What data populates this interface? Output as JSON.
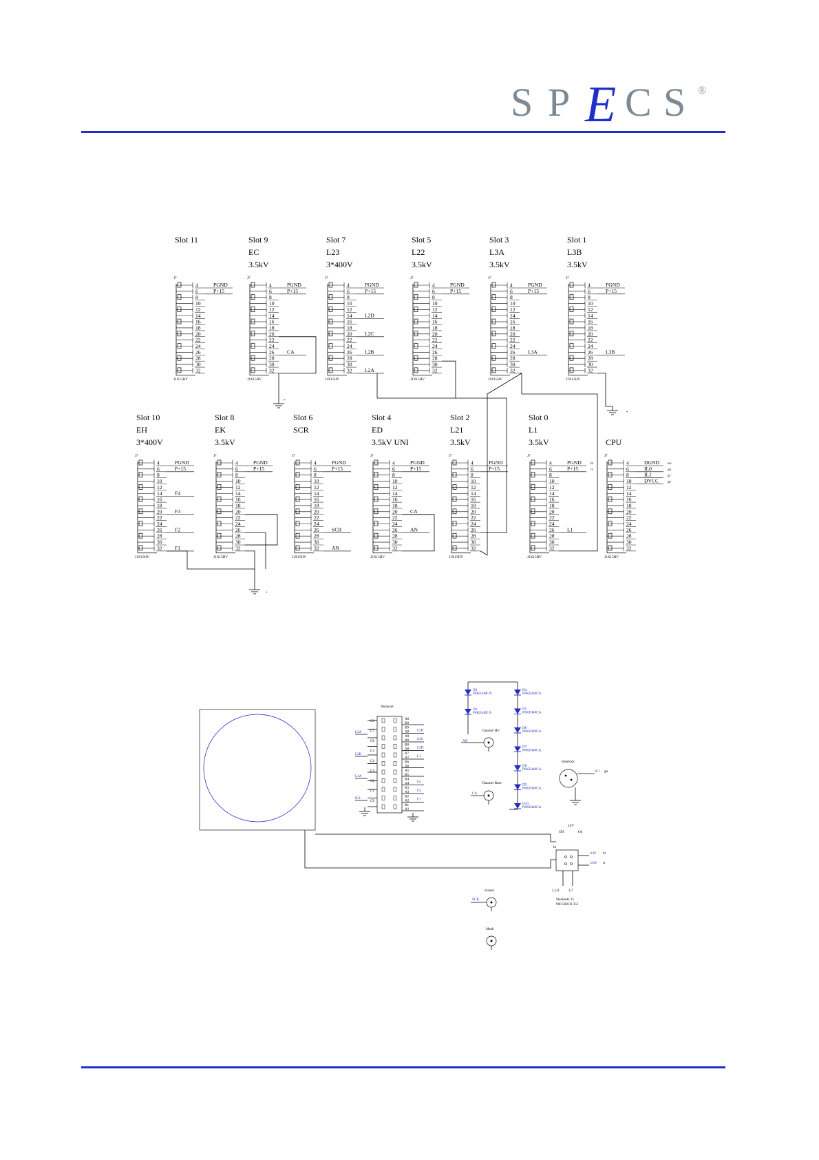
{
  "brand": {
    "name": "SPECS",
    "letters": [
      "S",
      "P",
      "E",
      "C",
      "S"
    ],
    "mark": "®",
    "accent": "#1f2fc8",
    "grey": "#7d8a95"
  },
  "slots_top": [
    {
      "id": "slot11",
      "title": "Slot 11",
      "name": "",
      "voltage": "",
      "header": "J7",
      "part": "J1X15HV",
      "pins": [
        "4",
        "6",
        "8",
        "10",
        "12",
        "14",
        "16",
        "18",
        "20",
        "22",
        "24",
        "26",
        "28",
        "30",
        "32"
      ],
      "labels": {
        "4": "PGND",
        "6": "P+15"
      },
      "pin6_display": "6"
    },
    {
      "id": "slot9",
      "title": "Slot 9",
      "name": "EC",
      "voltage": "3.5kV",
      "header": "J7",
      "part": "J1X15HV",
      "pins": [
        "4",
        "6",
        "8",
        "10",
        "12",
        "14",
        "16",
        "18",
        "20",
        "22",
        "24",
        "26",
        "28",
        "30",
        "32"
      ],
      "labels": {
        "4": "PGND",
        "6": "P+15",
        "26": "CA"
      },
      "pin6_display": "6"
    },
    {
      "id": "slot7",
      "title": "Slot 7",
      "name": "L23",
      "voltage": "3*400V",
      "header": "J7",
      "part": "J1X15HV",
      "pins": [
        "4",
        "6",
        "8",
        "10",
        "12",
        "14",
        "16",
        "18",
        "20",
        "22",
        "24",
        "26",
        "28",
        "30",
        "32"
      ],
      "labels": {
        "4": "PGND",
        "6": "P+15",
        "14": "L2D",
        "20": "L2C",
        "26": "L2B",
        "32": "L2A"
      },
      "pin6_display": "6"
    },
    {
      "id": "slot5",
      "title": "Slot 5",
      "name": "L22",
      "voltage": "3.5kV",
      "header": "J7",
      "part": "J1X15HV",
      "pins": [
        "4",
        "6",
        "8",
        "10",
        "12",
        "14",
        "16",
        "18",
        "20",
        "22",
        "24",
        "26",
        "28",
        "30",
        "32"
      ],
      "labels": {
        "4": "PGND",
        "6": "P+15"
      },
      "pin6_display": "6"
    },
    {
      "id": "slot3",
      "title": "Slot 3",
      "name": "L3A",
      "voltage": "3.5kV",
      "header": "J7",
      "part": "J1X15HV",
      "pins": [
        "4",
        "6",
        "8",
        "10",
        "12",
        "14",
        "16",
        "18",
        "20",
        "22",
        "24",
        "26",
        "28",
        "30",
        "32"
      ],
      "labels": {
        "4": "PGND",
        "6": "P+15",
        "26": "L3A"
      },
      "pin6_display": "6"
    },
    {
      "id": "slot1",
      "title": "Slot 1",
      "name": "L3B",
      "voltage": "3.5kV",
      "header": "J7",
      "part": "J1X15HV",
      "pins": [
        "4",
        "6",
        "8",
        "10",
        "12",
        "14",
        "16",
        "18",
        "20",
        "22",
        "24",
        "26",
        "28",
        "30",
        "32"
      ],
      "labels": {
        "4": "PGND",
        "6": "P+15",
        "26": "L3B"
      },
      "pin6_display": "6"
    }
  ],
  "slots_bottom": [
    {
      "id": "slot10",
      "title": "Slot 10",
      "name": "EH",
      "voltage": "3*400V",
      "header": "J7",
      "part": "J1X15HV",
      "pins": [
        "4",
        "6",
        "8",
        "10",
        "12",
        "14",
        "16",
        "18",
        "20",
        "22",
        "24",
        "26",
        "28",
        "30",
        "32"
      ],
      "labels": {
        "4": "PGND",
        "6": "P+15",
        "14": "F4",
        "20": "F3",
        "26": "F2",
        "32": "F1"
      }
    },
    {
      "id": "slot8",
      "title": "Slot 8",
      "name": "EK",
      "voltage": "3.5kV",
      "header": "J7",
      "part": "J1X15HV",
      "pins": [
        "4",
        "6",
        "8",
        "10",
        "12",
        "14",
        "16",
        "18",
        "20",
        "22",
        "24",
        "26",
        "28",
        "30",
        "32"
      ],
      "labels": {
        "4": "PGND",
        "6": "P+15"
      }
    },
    {
      "id": "slot6",
      "title": "Slot 6",
      "name": "SCR",
      "voltage": "",
      "header": "J7",
      "part": "J1X15HV",
      "pins": [
        "4",
        "6",
        "8",
        "10",
        "12",
        "14",
        "16",
        "18",
        "20",
        "22",
        "24",
        "26",
        "28",
        "30",
        "32"
      ],
      "labels": {
        "4": "PGND",
        "6": "P+15",
        "26": "SCR",
        "32": "AN"
      }
    },
    {
      "id": "slot4",
      "title": "Slot 4",
      "name": "ED",
      "voltage": "3.5kV UNI",
      "header": "J7",
      "part": "J1X15HV",
      "pins": [
        "4",
        "6",
        "8",
        "10",
        "12",
        "14",
        "16",
        "18",
        "20",
        "22",
        "24",
        "26",
        "28",
        "30",
        "32"
      ],
      "labels": {
        "4": "PGND",
        "6": "P+15",
        "20": "CA",
        "26": "AN"
      }
    },
    {
      "id": "slot2",
      "title": "Slot 2",
      "name": "L21",
      "voltage": "3.5kV",
      "header": "J7",
      "part": "J1X15HV",
      "pins": [
        "4",
        "6",
        "8",
        "10",
        "12",
        "14",
        "16",
        "18",
        "20",
        "22",
        "24",
        "26",
        "28",
        "30",
        "32"
      ],
      "labels": {
        "4": "PGND",
        "6": "P+15"
      }
    },
    {
      "id": "slot0",
      "title": "Slot 0",
      "name": "L1",
      "voltage": "3.5kV",
      "header": "J7",
      "part": "J1X15HV",
      "pins": [
        "4",
        "6",
        "8",
        "10",
        "12",
        "14",
        "16",
        "18",
        "20",
        "22",
        "24",
        "26",
        "28",
        "30",
        "32"
      ],
      "labels": {
        "4": "PGND",
        "6": "P+15",
        "26": "L1"
      },
      "extra": {
        "4": "bl",
        "6": "rt"
      }
    },
    {
      "id": "cpu",
      "title": "",
      "name": "CPU",
      "voltage": "",
      "header": "J7",
      "part": "J1X15HV",
      "pins": [
        "4",
        "6",
        "8",
        "10",
        "12",
        "14",
        "16",
        "18",
        "20",
        "22",
        "24",
        "26",
        "28",
        "30",
        "32"
      ],
      "labels": {
        "4": "DGND",
        "6": "IL0",
        "8": "IL1",
        "10": "DVCC"
      },
      "extra": {
        "4": "sw",
        "6": "gn",
        "8": "gr",
        "10": "ge"
      }
    }
  ],
  "ground_symbol": "*",
  "analyzer": {
    "title": "Analyzer",
    "left_labels": [
      "L2A",
      "L2B",
      "L3A",
      "IL0"
    ],
    "c_pins": [
      "C8",
      "C7",
      "C6",
      "C5",
      "C4",
      "C3",
      "C2",
      "C1",
      "C9"
    ],
    "rows": [
      {
        "a": "A0",
        "b": "B0",
        "sig": ""
      },
      {
        "a": "B9",
        "b": "A9",
        "sig": "L2B"
      },
      {
        "a": "A9",
        "b": "B8",
        "sig": "L2C"
      },
      {
        "a": "B8",
        "b": "A8",
        "sig": "L2D"
      },
      {
        "a": "B7",
        "b": "A7",
        "sig": "L1"
      },
      {
        "a": "B6",
        "b": "A6",
        "sig": ""
      },
      {
        "a": "A5",
        "b": "B5",
        "sig": ""
      },
      {
        "a": "B4",
        "b": "A4",
        "sig": "F4"
      },
      {
        "a": "B3",
        "b": "A3",
        "sig": "F2"
      },
      {
        "a": "B2",
        "b": "A2",
        "sig": "F1"
      },
      {
        "a": "B1",
        "b": "A1",
        "sig": ""
      }
    ]
  },
  "diodes": {
    "left": [
      {
        "ref": "D2",
        "part": "P6KE440CA"
      },
      {
        "ref": "D3",
        "part": "P6KE440CA"
      }
    ],
    "right": [
      {
        "ref": "D4",
        "part": "P6KE440CA"
      },
      {
        "ref": "D5",
        "part": "P6KE440CA"
      },
      {
        "ref": "D6",
        "part": "P6KE440CA"
      },
      {
        "ref": "D7",
        "part": "P6KE440CA"
      },
      {
        "ref": "D8",
        "part": "P6KE440CA"
      },
      {
        "ref": "D9",
        "part": "P6KE440CA"
      },
      {
        "ref": "D10",
        "part": "P6KE440CA"
      }
    ]
  },
  "channels": {
    "hv": {
      "title": "Channel HV",
      "net": "AN"
    },
    "base": {
      "title": "Channel Base",
      "net": "CA"
    },
    "screen": {
      "title": "Screen",
      "net": "SCR"
    },
    "mesh": {
      "title": "Mesh"
    }
  },
  "interlock": {
    "title": "Interlock",
    "net": "IL1",
    "color": "gn"
  },
  "switch": {
    "title": "24V",
    "off": "Off",
    "on": "On",
    "label_bl": "bl",
    "minus": "-24V",
    "plus": "+24V",
    "wire_a": "bl",
    "wire_b": "rt",
    "pin_a": "2,5,9",
    "pin_b": "1,7",
    "part_name": "Stecksetz 15",
    "part_no": "900 500 03 351"
  }
}
